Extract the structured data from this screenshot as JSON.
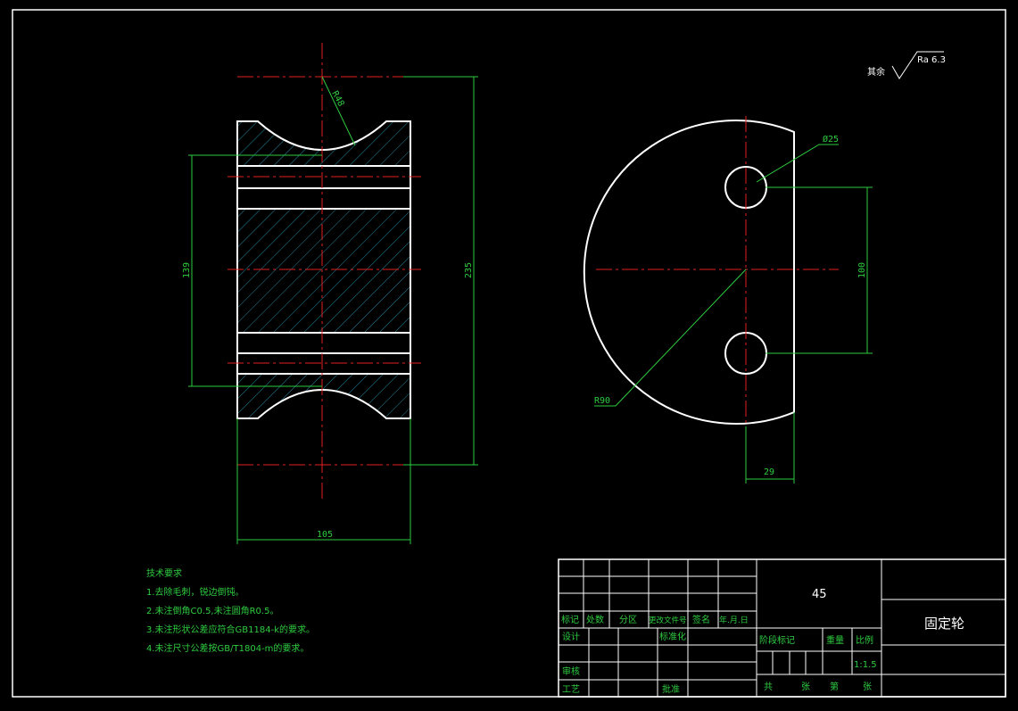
{
  "drawing": {
    "dimensions": {
      "r48": "R48",
      "d139": "139",
      "d235": "235",
      "d105": "105",
      "phi25": "Ø25",
      "d100": "100",
      "r90": "R90",
      "d29": "29"
    },
    "surface_finish": {
      "prefix": "其余",
      "value": "Ra 6.3"
    }
  },
  "technical_requirements": {
    "title": "技术要求",
    "items": [
      "1.去除毛刺，锐边倒钝。",
      "2.未注倒角C0.5,未注圆角R0.5。",
      "3.未注形状公差应符合GB1184-k的要求。",
      "4.未注尺寸公差按GB/T1804-m的要求。"
    ]
  },
  "title_block": {
    "material": "45",
    "part_name": "固定轮",
    "headers": [
      "标记",
      "处数",
      "分区",
      "更改文件号",
      "签名",
      "年.月.日"
    ],
    "design": "设计",
    "standardization": "标准化",
    "review": "审核",
    "process": "工艺",
    "approve": "批准",
    "stage_mark": "阶段标记",
    "weight": "重量",
    "scale_label": "比例",
    "scale_value": "1:1.5",
    "sheets_total": "共",
    "sheet_unit1": "张",
    "sheet_no": "第",
    "sheet_unit2": "张"
  }
}
